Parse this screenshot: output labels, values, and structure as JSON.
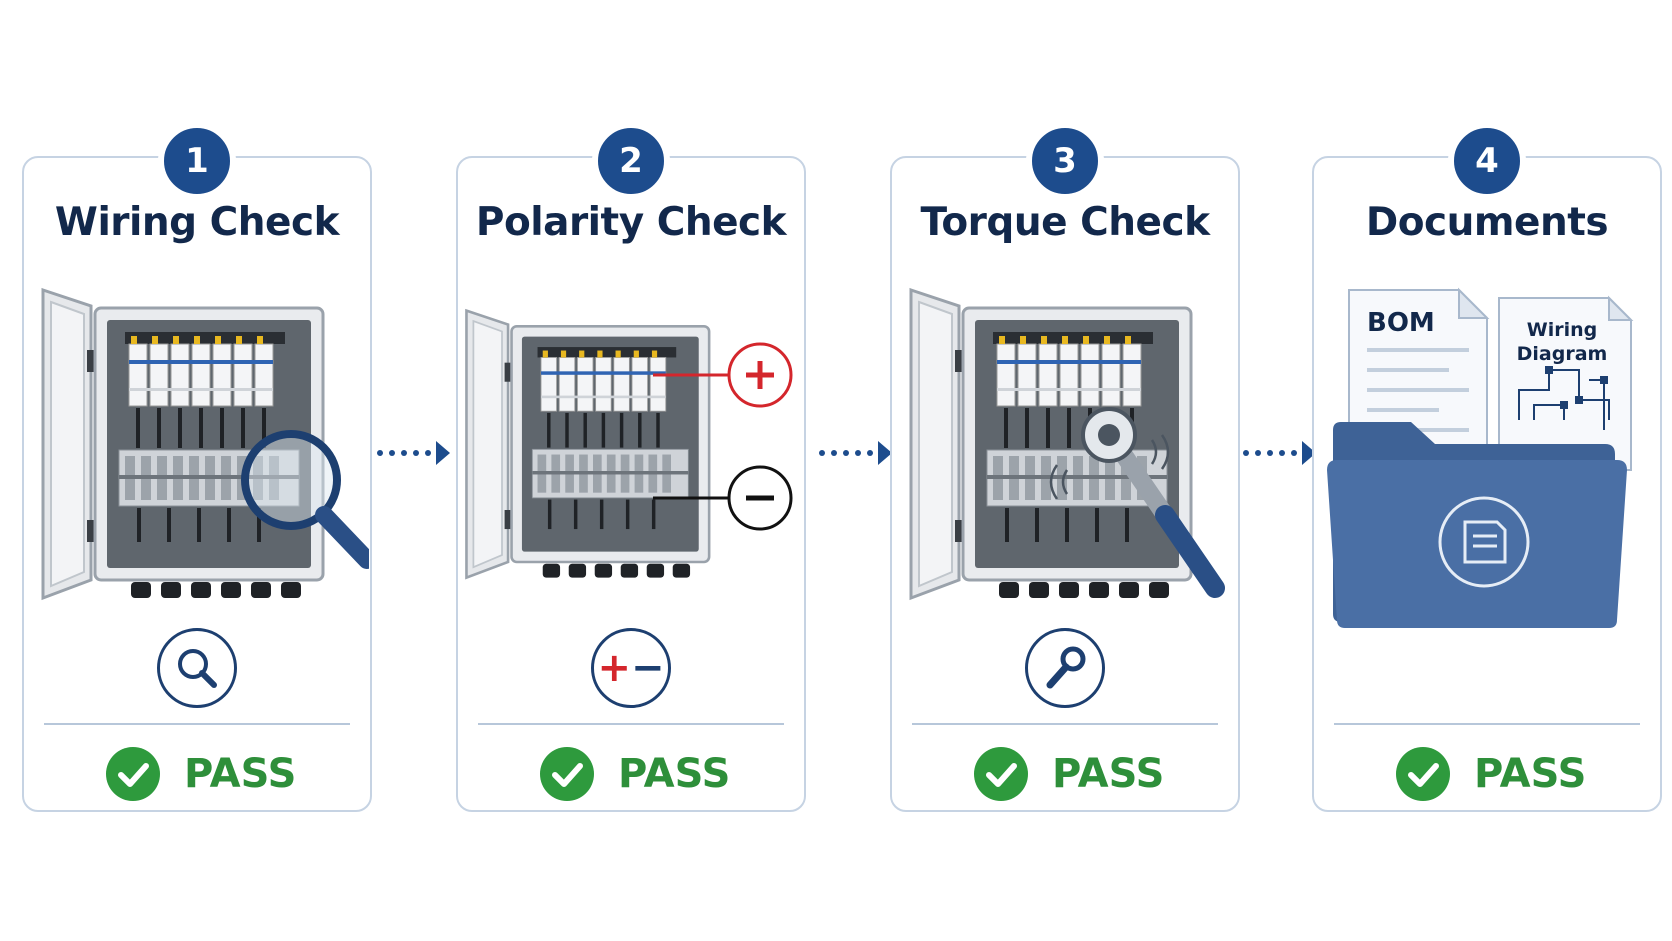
{
  "colors": {
    "accent": "#1d4c8d",
    "title": "#12284b",
    "pass": "#2e8f3a",
    "plus": "#d4262c",
    "minus": "#111111",
    "folder": "#4a6fa5"
  },
  "steps": [
    {
      "number": "1",
      "title": "Wiring Check",
      "icon": "magnifier-icon",
      "status": "PASS"
    },
    {
      "number": "2",
      "title": "Polarity Check",
      "icon": "plus-minus-icon",
      "status": "PASS",
      "symbols": {
        "plus": "+",
        "minus": "−"
      }
    },
    {
      "number": "3",
      "title": "Torque Check",
      "icon": "wrench-icon",
      "status": "PASS"
    },
    {
      "number": "4",
      "title": "Documents",
      "icon": "document-icon",
      "status": "PASS",
      "documents": [
        {
          "label": "BOM"
        },
        {
          "label_line1": "Wiring",
          "label_line2": "Diagram"
        }
      ]
    }
  ]
}
